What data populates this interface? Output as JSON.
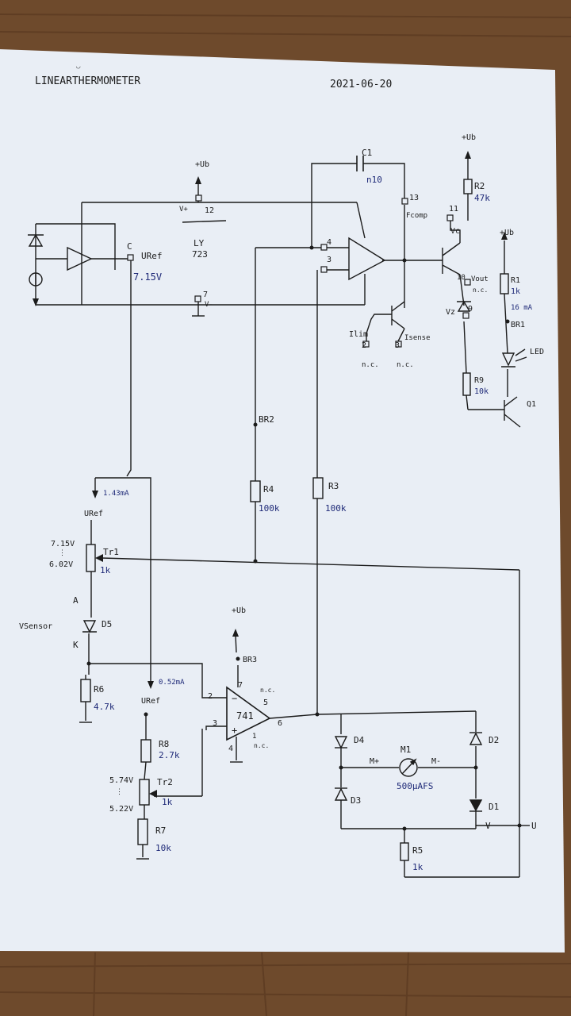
{
  "header": {
    "title": "LINEARTHERMOMETER",
    "date": "2021-06-20",
    "mark": "◡"
  },
  "ic_ly723": {
    "name": "LY",
    "number": "723",
    "pin_c": "C",
    "uref": "URef",
    "uref_value": "7.15V"
  },
  "pins": {
    "p12": "12",
    "vplus": "V+",
    "p7": "7",
    "vminus": "V-",
    "p4": "4",
    "p3": "3",
    "p13": "13",
    "fcomp": "Fcomp",
    "p11": "11",
    "vc": "Vc",
    "p10": "10",
    "vout": "Vout",
    "nc": "n.c.",
    "p9": "9",
    "vz": "Vz",
    "ilim": "Ilim",
    "p2": "2",
    "isense": "Isense",
    "p3b": "3",
    "nc1": "n.c.",
    "nc2": "n.c."
  },
  "supply": {
    "ub1": "+Ub",
    "ub2": "+Ub",
    "ub3": "+Ub",
    "ub4": "+Ub"
  },
  "capacitor": {
    "name": "C1",
    "value": "n10"
  },
  "r2": {
    "name": "R2",
    "value": "47k"
  },
  "r1": {
    "name": "R1",
    "value": "1k",
    "current": "16 mA"
  },
  "br1": "BR1",
  "led": "LED",
  "r9": {
    "name": "R9",
    "value": "10k"
  },
  "q1": "Q1",
  "br2": "BR2",
  "r4": {
    "name": "R4",
    "value": "100k"
  },
  "r3": {
    "name": "R3",
    "value": "100k"
  },
  "tr1": {
    "uref": "URef",
    "current": "1.43mA",
    "v_top": "7.15V",
    "v_bot": "6.02V",
    "name": "Tr1",
    "value": "1k"
  },
  "sensor": {
    "a": "A",
    "label": "VSensor",
    "name": "D5",
    "k": "K"
  },
  "r6": {
    "name": "R6",
    "value": "4.7k"
  },
  "br3": "BR3",
  "opamp": {
    "name": "741",
    "p7": "7",
    "p5": "5",
    "p2": "2",
    "p3": "3",
    "p6": "6",
    "p4": "4",
    "p1": "1",
    "nc_a": "n.c.",
    "nc_b": "n.c."
  },
  "uref2": {
    "label": "URef",
    "current": "0.52mA"
  },
  "r8": {
    "name": "R8",
    "value": "2.7k"
  },
  "tr2": {
    "name": "Tr2",
    "value": "1k",
    "v_top": "5.74V",
    "v_bot": "5.22V"
  },
  "r7": {
    "name": "R7",
    "value": "10k"
  },
  "bridge": {
    "d4": "D4",
    "d3": "D3",
    "d2": "D2",
    "d1": "D1",
    "m_plus": "M+",
    "m_minus": "M-",
    "meter": "M1",
    "meter_value": "500µAFS",
    "v": "V",
    "u": "U"
  },
  "r5": {
    "name": "R5",
    "value": "1k"
  }
}
